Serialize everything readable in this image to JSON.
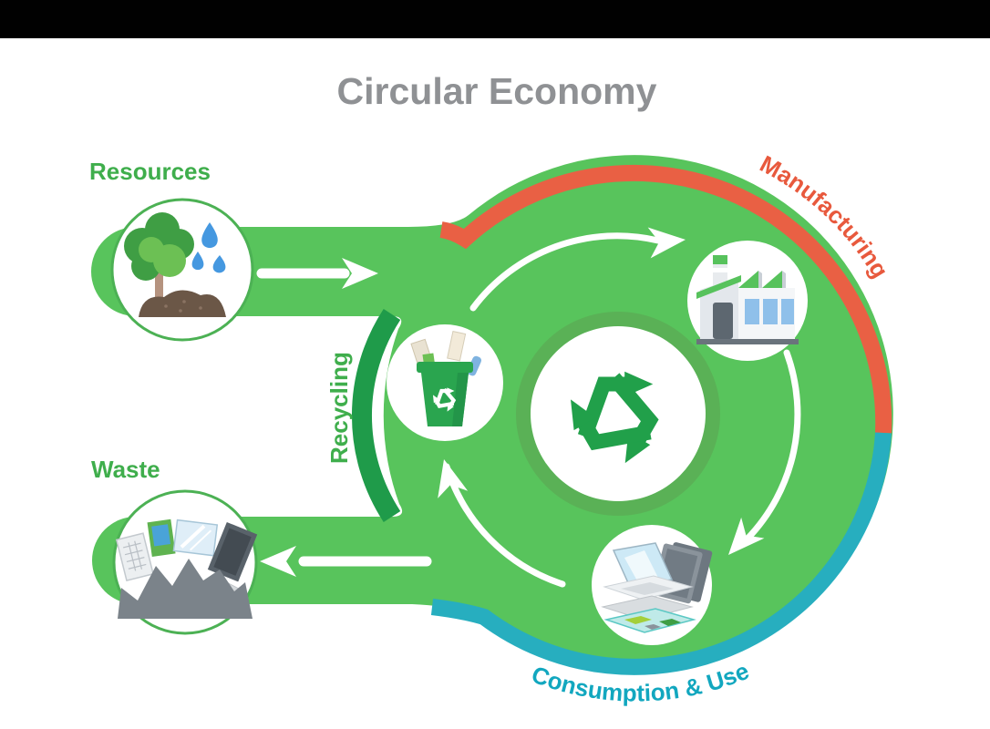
{
  "title": "Circular Economy",
  "top_bar": {
    "description": "black letterbox bar"
  },
  "diagram": {
    "labels": {
      "resources": "Resources",
      "waste": "Waste",
      "recycling": "Recycling",
      "manufacturing": "Manufacturing",
      "consumption": "Consumption & Use"
    },
    "icons": [
      "tree-water-soil-icon",
      "factory-icon",
      "recycle-bin-icon",
      "recycle-arrows-icon",
      "laptop-exploded-icon",
      "ewaste-pile-icon"
    ],
    "colors": {
      "background_green": "#58c45c",
      "dark_green_arc": "#1f9b4a",
      "ring_green": "#5ab156",
      "recycle_symbol_green": "#21a04a",
      "manufacturing_orange": "#e96044",
      "consumption_teal": "#27aebf",
      "label_green": "#3fae4c",
      "title_gray": "#8f9194",
      "top_bar_black": "#010101",
      "water_blue": "#4598e0"
    }
  }
}
